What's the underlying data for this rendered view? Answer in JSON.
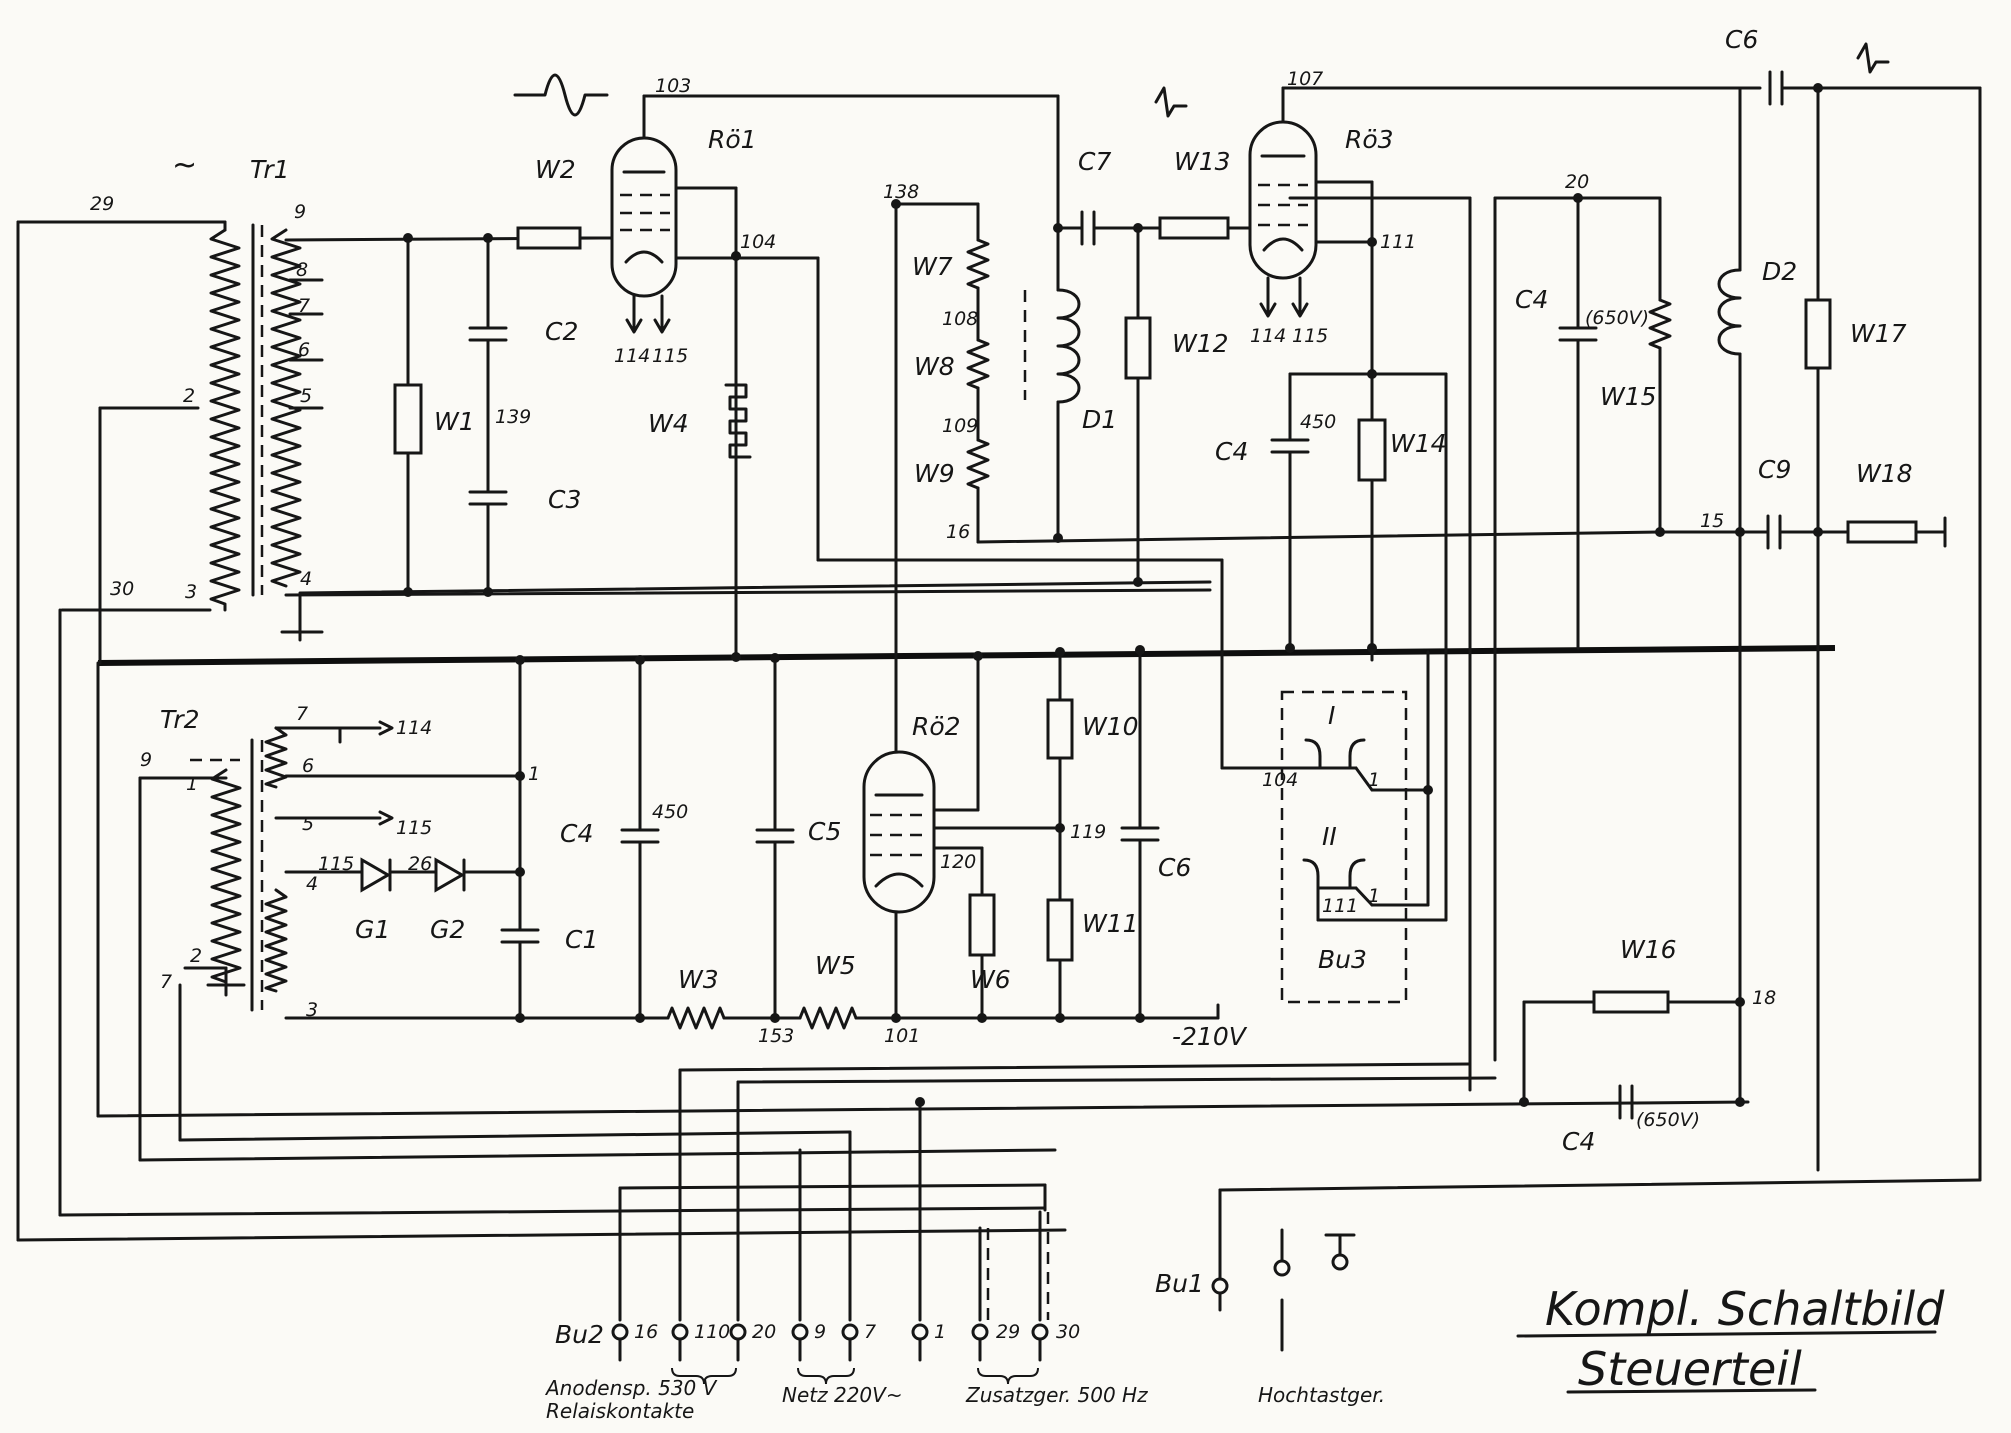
{
  "title": {
    "line1": "Kompl. Schaltbild",
    "line2": "Steuerteil"
  },
  "components": {
    "tr1": "Tr1",
    "tr2": "Tr2",
    "ac_symbol": "~",
    "ro1": "Rö1",
    "ro2": "Rö2",
    "ro3": "Rö3",
    "w1": "W1",
    "w2": "W2",
    "w3": "W3",
    "w4": "W4",
    "w5": "W5",
    "w6": "W6",
    "w7": "W7",
    "w8": "W8",
    "w9": "W9",
    "w10": "W10",
    "w11": "W11",
    "w12": "W12",
    "w13": "W13",
    "w14": "W14",
    "w15": "W15",
    "w16": "W16",
    "w17": "W17",
    "w18": "W18",
    "c1": "C1",
    "c2": "C2",
    "c3": "C3",
    "c4_left": "C4",
    "c4_mid": "C4",
    "c4_right": "C4",
    "c4_bottom": "C4",
    "c5": "C5",
    "c6_bottom": "C6",
    "c6_top": "C6",
    "c7": "C7",
    "c9": "C9",
    "d1": "D1",
    "d2": "D2",
    "g1": "G1",
    "g2": "G2",
    "bu1": "Bu1",
    "bu2": "Bu2",
    "bu3": "Bu3",
    "relay1": "I",
    "relay2": "II"
  },
  "values": {
    "c4_left": "450",
    "c4_mid": "450",
    "c4_right": "(650V)",
    "c4_bottom": "(650V)",
    "minus210": "-210V"
  },
  "nodes": {
    "n29": "29",
    "n30": "30",
    "n2": "2",
    "n3": "3",
    "n4": "4",
    "n5": "5",
    "n6": "6",
    "n7": "7",
    "n8": "8",
    "n9": "9",
    "n103": "103",
    "n104": "104",
    "n114": "114",
    "n115": "115",
    "n139": "139",
    "n138": "138",
    "n108": "108",
    "n109": "109",
    "n16": "16",
    "n107": "107",
    "n111": "111",
    "n20": "20",
    "n15": "15",
    "n119": "119",
    "n120": "120",
    "n101": "101",
    "n153": "153",
    "n18": "18",
    "n1": "1",
    "n26": "26"
  },
  "terminals": {
    "t16": "16",
    "t110": "110",
    "t20": "20",
    "t9": "9",
    "t7": "7",
    "t1": "1",
    "t29": "29",
    "t30": "30"
  },
  "captions": {
    "anodensp": "Anodensp. 530 V",
    "relais": "Relaiskontakte",
    "netz": "Netz 220V~",
    "zusatz": "Zusatzger. 500 Hz",
    "hochtast": "Hochtastger."
  }
}
